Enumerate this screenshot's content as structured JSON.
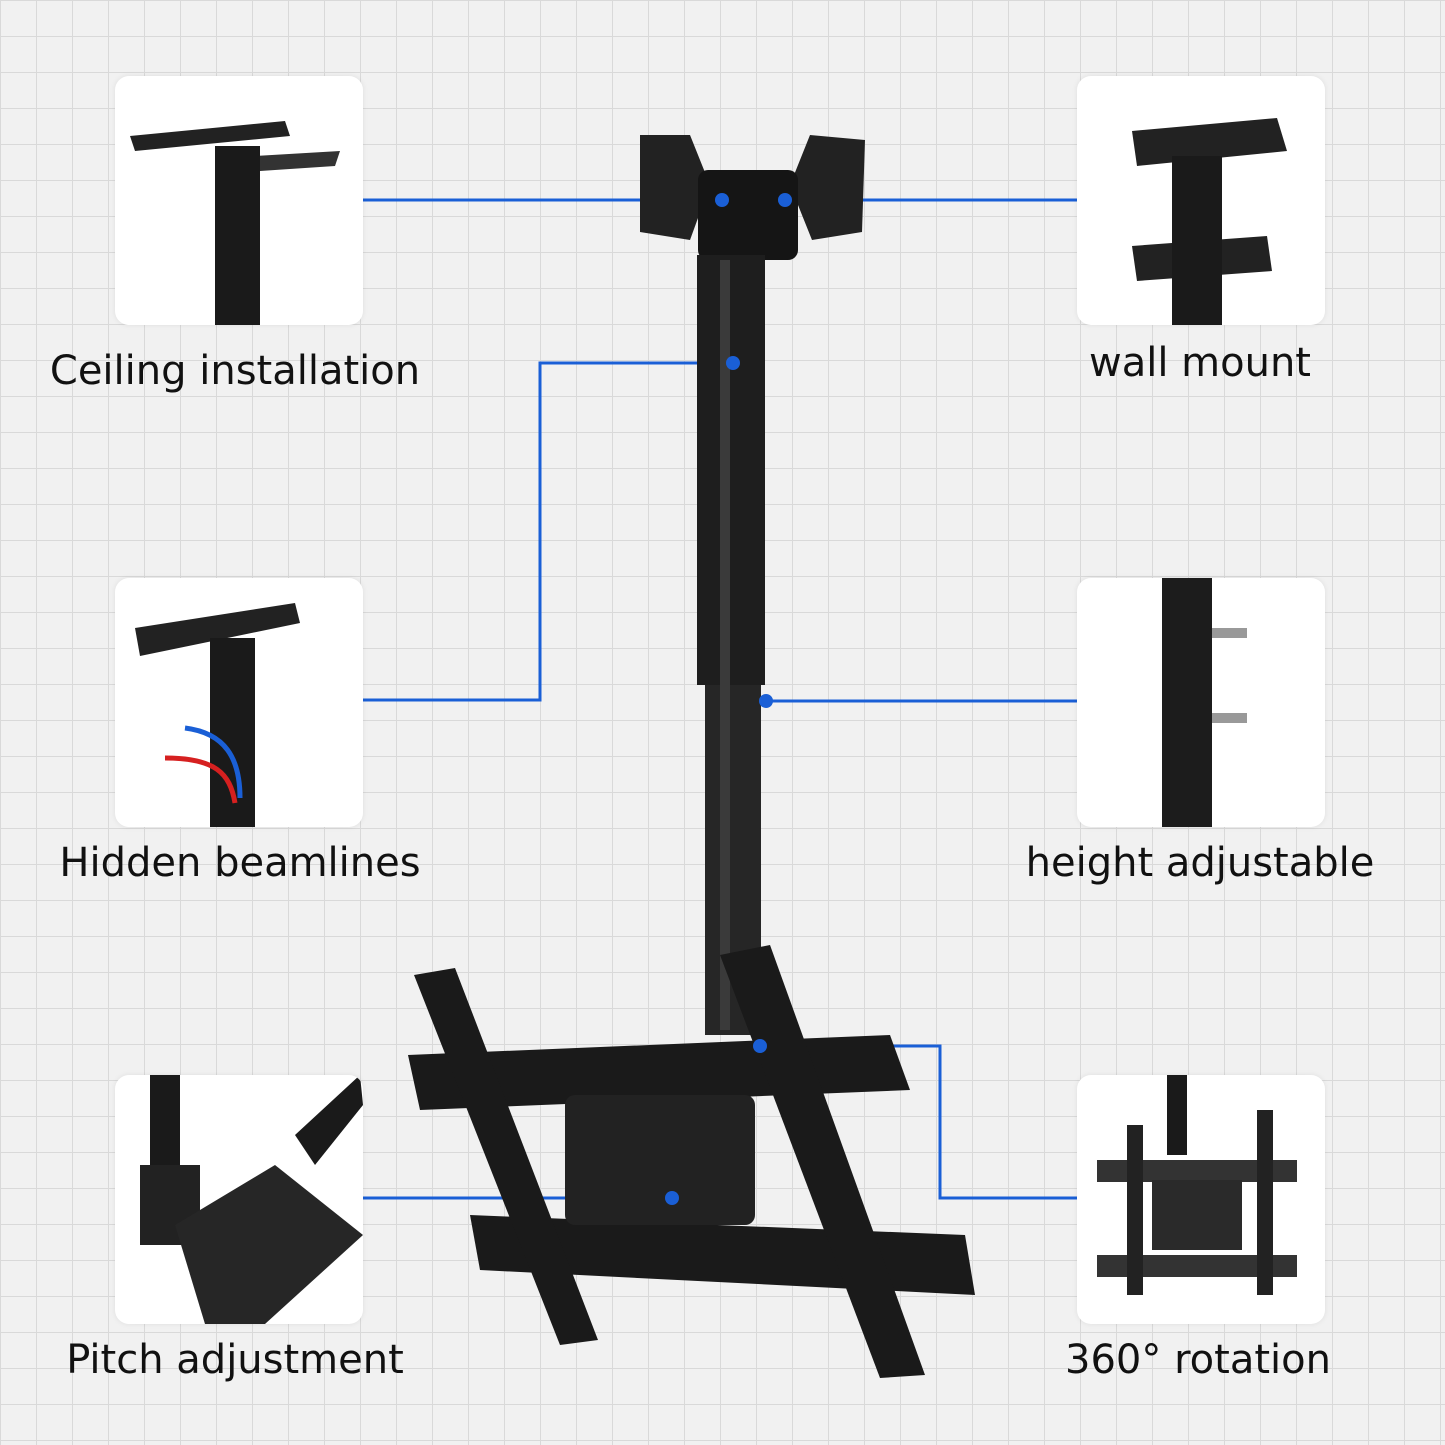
{
  "features": [
    {
      "label": "Ceiling installation"
    },
    {
      "label": "wall mount"
    },
    {
      "label": "Hidden beamlines"
    },
    {
      "label": "height adjustable"
    },
    {
      "label": "Pitch adjustment"
    },
    {
      "label": "360° rotation"
    }
  ],
  "colors": {
    "callout_line": "#1a5fd6",
    "mount": "#1c1c1c"
  }
}
